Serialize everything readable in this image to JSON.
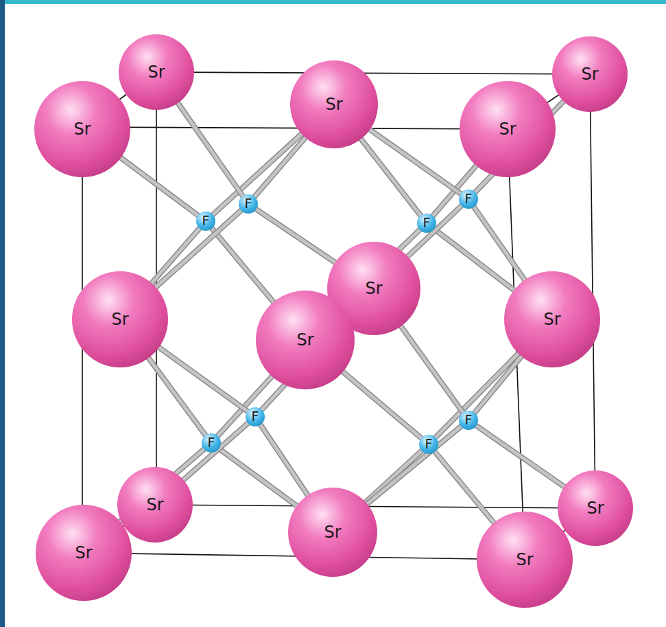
{
  "diagram": {
    "nodes": [
      {
        "text": [
          "Sr"
        ]
      },
      {
        "text": [
          "Sr"
        ]
      },
      {
        "text": [
          "Sr"
        ]
      },
      {
        "text": [
          "Sr"
        ]
      },
      {
        "text": [
          "Sr"
        ]
      },
      {
        "text": [
          "Sr"
        ]
      },
      {
        "text": [
          "Sr"
        ]
      },
      {
        "text": [
          "Sr"
        ]
      },
      {
        "text": [
          "Sr"
        ]
      },
      {
        "text": [
          "Sr"
        ]
      },
      {
        "text": [
          "Sr"
        ]
      },
      {
        "text": [
          "Sr"
        ]
      },
      {
        "text": [
          "Sr"
        ]
      },
      {
        "text": [
          "Sr"
        ]
      },
      {
        "text": [
          "F"
        ]
      },
      {
        "text": [
          "F"
        ]
      },
      {
        "text": [
          "F"
        ]
      },
      {
        "text": [
          "F"
        ]
      },
      {
        "text": [
          "F"
        ]
      },
      {
        "text": [
          "F"
        ]
      },
      {
        "text": [
          "F"
        ]
      },
      {
        "text": [
          "F"
        ]
      }
    ],
    "edges": [
      {
        "from": 14,
        "to": 1,
        "arrow": "none"
      },
      {
        "from": 14,
        "to": 2,
        "arrow": "none"
      },
      {
        "from": 14,
        "to": 5,
        "arrow": "none"
      },
      {
        "from": 14,
        "to": 7,
        "arrow": "none"
      },
      {
        "from": 15,
        "to": 0,
        "arrow": "none"
      },
      {
        "from": 15,
        "to": 2,
        "arrow": "none"
      },
      {
        "from": 15,
        "to": 5,
        "arrow": "none"
      },
      {
        "from": 15,
        "to": 6,
        "arrow": "none"
      },
      {
        "from": 16,
        "to": 4,
        "arrow": "none"
      },
      {
        "from": 16,
        "to": 2,
        "arrow": "none"
      },
      {
        "from": 16,
        "to": 8,
        "arrow": "none"
      },
      {
        "from": 16,
        "to": 7,
        "arrow": "none"
      },
      {
        "from": 17,
        "to": 3,
        "arrow": "none"
      },
      {
        "from": 17,
        "to": 2,
        "arrow": "none"
      },
      {
        "from": 17,
        "to": 8,
        "arrow": "none"
      },
      {
        "from": 17,
        "to": 6,
        "arrow": "none"
      },
      {
        "from": 18,
        "to": 10,
        "arrow": "none"
      },
      {
        "from": 18,
        "to": 11,
        "arrow": "none"
      },
      {
        "from": 18,
        "to": 5,
        "arrow": "none"
      },
      {
        "from": 18,
        "to": 7,
        "arrow": "none"
      },
      {
        "from": 19,
        "to": 9,
        "arrow": "none"
      },
      {
        "from": 19,
        "to": 11,
        "arrow": "none"
      },
      {
        "from": 19,
        "to": 5,
        "arrow": "none"
      },
      {
        "from": 19,
        "to": 6,
        "arrow": "none"
      },
      {
        "from": 20,
        "to": 13,
        "arrow": "none"
      },
      {
        "from": 20,
        "to": 11,
        "arrow": "none"
      },
      {
        "from": 20,
        "to": 8,
        "arrow": "none"
      },
      {
        "from": 20,
        "to": 7,
        "arrow": "none"
      },
      {
        "from": 21,
        "to": 12,
        "arrow": "none"
      },
      {
        "from": 21,
        "to": 11,
        "arrow": "none"
      },
      {
        "from": 21,
        "to": 8,
        "arrow": "none"
      },
      {
        "from": 21,
        "to": 6,
        "arrow": "none"
      }
    ]
  }
}
